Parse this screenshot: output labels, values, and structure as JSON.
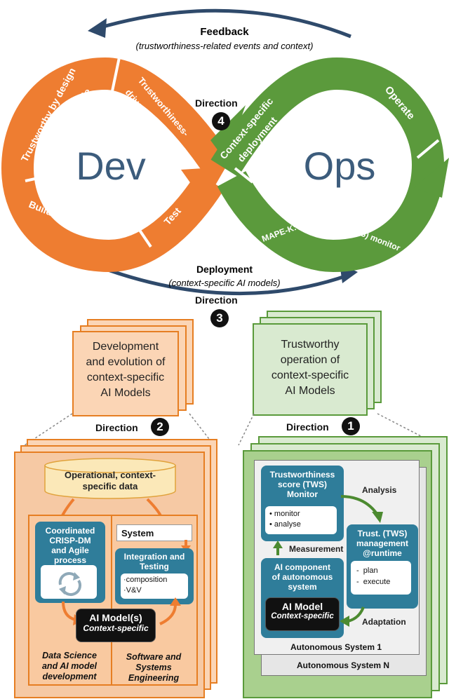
{
  "top": {
    "feedback_title": "Feedback",
    "feedback_sub": "(trustworthiness-related events and context)",
    "deployment_title": "Deployment",
    "deployment_sub": "(context-specific AI models)"
  },
  "loop": {
    "dev": "Dev",
    "ops": "Ops",
    "seg_trust_design_1": "Trustworthy by design",
    "seg_trust_design_2": "CRISP-DM & agile",
    "seg_build": "Build and integrate",
    "seg_test": "Test",
    "seg_feedback_1": "Trustworthiness-",
    "seg_feedback_2": "driven feedback",
    "seg_context_1": "Context-specific",
    "seg_context_2": "deployment",
    "seg_operate": "Operate",
    "seg_tws_monitor": "Trustworthiness score (TWS) monitor",
    "seg_mapek": "MAPE-K: Self-adapt AI model"
  },
  "directions": {
    "label": "Direction",
    "d1": "1",
    "d2": "2",
    "d3": "3",
    "d4": "4"
  },
  "dev_box": {
    "title_lines": [
      "Development",
      "and evolution of",
      "context-specific",
      "AI Models"
    ]
  },
  "ops_box": {
    "title_lines": [
      "Trustworthy",
      "operation of",
      "context-specific",
      "AI Models"
    ]
  },
  "dev_detail": {
    "data_lines": [
      "Operational, context-",
      "specific data"
    ],
    "process_lines": [
      "Coordinated",
      "CRISP-DM",
      "and Agile",
      "process"
    ],
    "system": "System",
    "integration_lines": [
      "Integration and",
      "Testing"
    ],
    "integration_items": [
      "·composition",
      "·V&V"
    ],
    "ai_model": "AI Model(s)",
    "ai_model_sub": "Context-specific",
    "ds_lines": [
      "Data Science",
      "and AI model",
      "development"
    ],
    "se_lines": [
      "Software and",
      "Systems",
      "Engineering"
    ]
  },
  "ops_detail": {
    "monitor_lines": [
      "Trustworthiness",
      "score (TWS)",
      "Monitor"
    ],
    "monitor_items": [
      "monitor",
      "analyse"
    ],
    "analysis": "Analysis",
    "measurement": "Measurement",
    "adaptation": "Adaptation",
    "mgmt_lines": [
      "Trust. (TWS)",
      "management",
      "@runtime"
    ],
    "mgmt_items": [
      "plan",
      "execute"
    ],
    "component_lines": [
      "AI component",
      "of autonomous",
      "system"
    ],
    "ai_model": "AI Model",
    "ai_model_sub": "Context-specific",
    "sys1": "Autonomous System 1",
    "sysN": "Autonomous System N"
  },
  "colors": {
    "orange": "#ee7d31",
    "green": "#5b9a3c",
    "navy": "#2f4a6b",
    "teal": "#2f7d9a"
  }
}
